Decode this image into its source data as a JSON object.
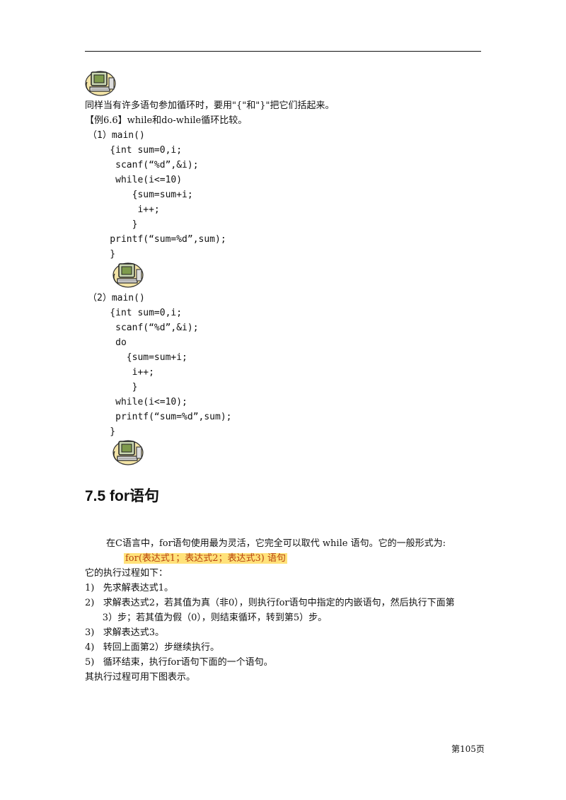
{
  "doc": {
    "intro_line": "同样当有许多语句参加循环时，要用\"{\"和\"}\"把它们括起来。",
    "example_title": "【例6.6】while和do-while循环比较。",
    "example1": [
      "（1）main()",
      "    {int sum=0,i;",
      "     scanf(“%d”,&i);",
      "     while(i<=10)",
      "        {sum=sum+i;",
      "         i++;",
      "        }",
      "    printf(“sum=%d”,sum);",
      "    }"
    ],
    "example2": [
      "（2）main()",
      "    {int sum=0,i;",
      "     scanf(“%d”,&i);",
      "     do",
      "       {sum=sum+i;",
      "        i++;",
      "        }",
      "     while(i<=10);",
      "     printf(“sum=%d”,sum);",
      "    }"
    ],
    "section_heading": "7.5 for语句",
    "para1": "在C语言中，for语句使用最为灵活，它完全可以取代 while 语句。它的一般形式为:",
    "form": "for(表达式1；表达式2；表达式3) 语句",
    "exec_intro": "它的执行过程如下：",
    "steps": [
      "1)   先求解表达式1。",
      "2)   求解表达式2，若其值为真（非0），则执行for语句中指定的内嵌语句，然后执行下面第",
      "      3）步；若其值为假（0），则结束循环，转到第5）步。",
      "3)   求解表达式3。",
      "4)   转回上面第2）步继续执行。",
      "5)   循环结束，执行for语句下面的一个语句。"
    ],
    "closing": "其执行过程可用下图表示。",
    "page_number": "第105页"
  },
  "colors": {
    "highlight_bg": "#ffe27a",
    "highlight_text": "#b8430e"
  },
  "icons": [
    "computer-clipart-icon",
    "computer-clipart-icon",
    "computer-clipart-icon"
  ]
}
